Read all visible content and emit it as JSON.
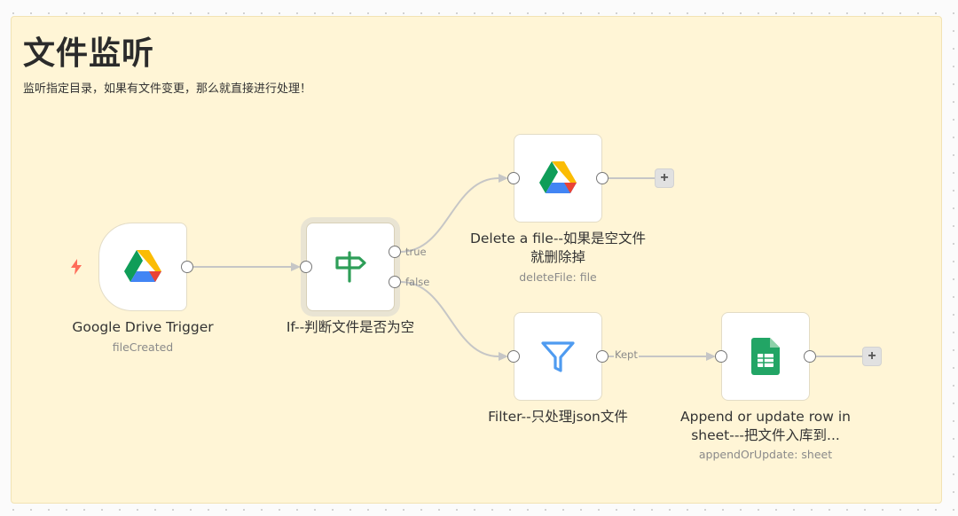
{
  "sticky_note": {
    "title": "文件监听",
    "description": "监听指定目录，如果有文件变更，那么就直接进行处理！"
  },
  "nodes": {
    "drive_trigger": {
      "name": "Google Drive Trigger",
      "subtitle": "fileCreated",
      "icon": "google-drive-icon"
    },
    "if_node": {
      "name": "If--判断文件是否为空",
      "icon": "signpost-icon"
    },
    "delete_file": {
      "name": "Delete a file--如果是空文件就删除掉",
      "subtitle": "deleteFile: file",
      "icon": "google-drive-icon"
    },
    "filter": {
      "name": "Filter--只处理json文件",
      "icon": "funnel-icon"
    },
    "append_sheet": {
      "name": "Append or update row in sheet---把文件入库到...",
      "subtitle": "appendOrUpdate: sheet",
      "icon": "google-sheets-icon"
    }
  },
  "edge_labels": {
    "if_true": "true",
    "if_false": "false",
    "filter_kept": "Kept"
  },
  "add_button_symbol": "+",
  "colors": {
    "sticky_background": "#fff5d6",
    "canvas_background": "#fbfbfb",
    "trigger_bolt": "#ff6d5a",
    "if_icon": "#2e9e58",
    "filter_icon": "#4f9bf0",
    "sheets_icon": "#22a565"
  }
}
